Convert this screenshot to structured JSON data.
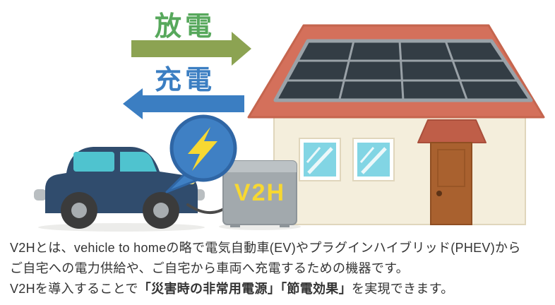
{
  "arrows": {
    "discharge_label": "放電",
    "charge_label": "充電"
  },
  "unit": {
    "label": "V2H"
  },
  "description": {
    "line1": "V2Hとは、vehicle to homeの略で電気自動車(EV)やプラグインハイブリッド(PHEV)から",
    "line2": "ご自宅への電力供給や、ご自宅から車両へ充電するための機器です。",
    "line3_prefix": "V2Hを導入することで",
    "line3_bold1": "「災害時の非常用電源」",
    "line3_bold2": "「節電効果」",
    "line3_suffix": "を実現できます。"
  },
  "colors": {
    "discharge_arrow": "#8CA352",
    "discharge_text": "#57A85C",
    "charge_blue": "#3B7EC2",
    "roof_red": "#D4705B",
    "panel_dark": "#333D45",
    "panel_frame": "#9AA2A8",
    "wall_cream": "#F4EEDC",
    "window_blue": "#82D5E4",
    "door_brown": "#A9612F",
    "awning_red": "#BF5E48",
    "car_navy": "#304C6D",
    "car_window_teal": "#4FC3CF",
    "unit_gray": "#A2A9AD",
    "v2h_yellow": "#F7D832",
    "bubble_blue": "#3F80C4",
    "bubble_border": "#2F66A5",
    "lightning_yellow": "#F7D832",
    "text_dark": "#333333"
  }
}
